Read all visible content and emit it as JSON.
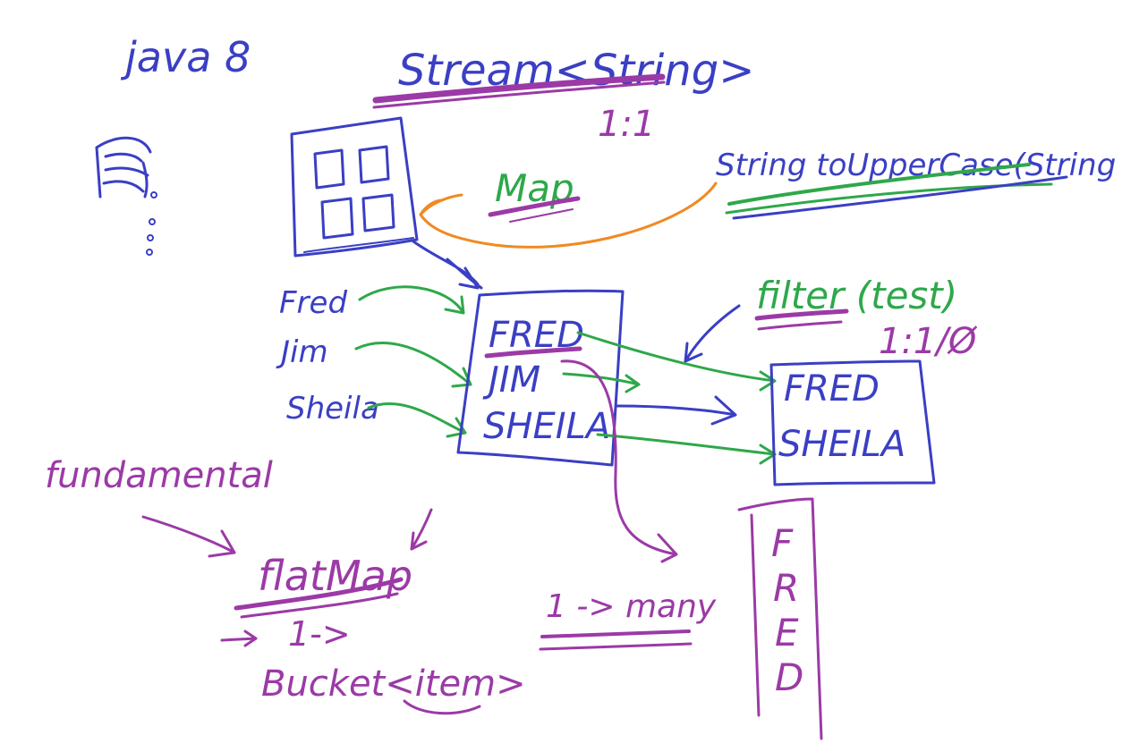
{
  "colors": {
    "blue_ink": "#3a3fc4",
    "purple_ink": "#9b3aa6",
    "green_ink": "#2ea84a",
    "orange_ink": "#f08a24",
    "background": "#ffffff"
  },
  "header": {
    "java_label": "java 8",
    "stream_label": "Stream<String>",
    "ratio_map": "1:1"
  },
  "map": {
    "label": "Map",
    "function_label": "String toUpperCase(String s)"
  },
  "filter": {
    "label": "filter (test)",
    "ratio": "1:1/Ø"
  },
  "source_names": [
    "Fred",
    "Jim",
    "Sheila"
  ],
  "mapped_box": {
    "items": [
      "FRED",
      "JIM",
      "SHEILA"
    ]
  },
  "filtered_box": {
    "items": [
      "FRED",
      "SHEILA"
    ]
  },
  "flatmap": {
    "fundamental_label": "fundamental",
    "label": "flatMap",
    "one_to_label": "1->",
    "bucket_label": "Bucket<item>",
    "one_to_many_label": "1 -> many"
  },
  "vertical_letters": [
    "F",
    "R",
    "E",
    "D"
  ]
}
